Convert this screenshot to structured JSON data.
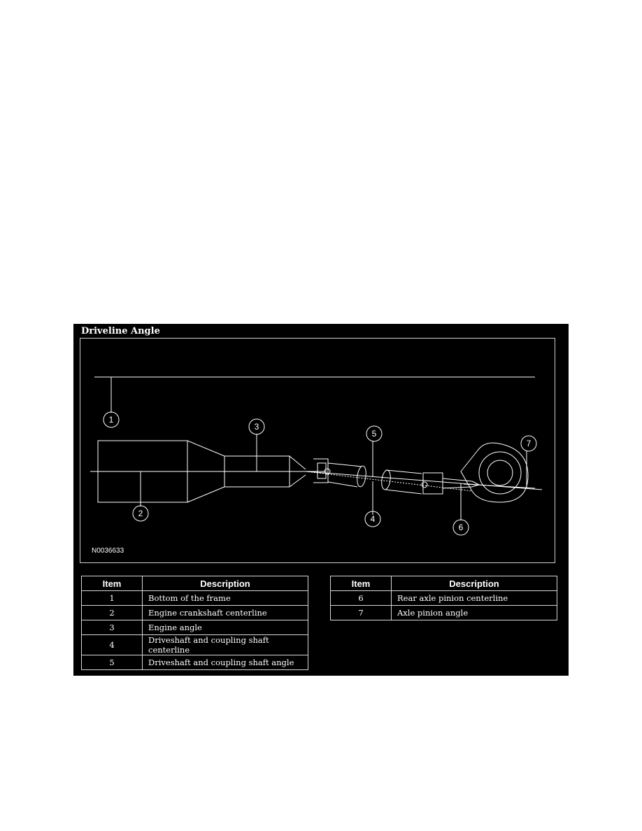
{
  "figure": {
    "title": "Driveline Angle",
    "code": "N0036633",
    "callouts": [
      "1",
      "2",
      "3",
      "4",
      "5",
      "6",
      "7"
    ]
  },
  "tables": {
    "headers": {
      "item": "Item",
      "description": "Description"
    },
    "left": [
      {
        "item": "1",
        "description": "Bottom of the frame"
      },
      {
        "item": "2",
        "description": "Engine crankshaft centerline"
      },
      {
        "item": "3",
        "description": "Engine angle"
      },
      {
        "item": "4",
        "description": "Driveshaft and coupling shaft centerline"
      },
      {
        "item": "5",
        "description": "Driveshaft and coupling shaft angle"
      }
    ],
    "right": [
      {
        "item": "6",
        "description": "Rear axle pinion centerline"
      },
      {
        "item": "7",
        "description": "Axle pinion angle"
      }
    ]
  },
  "colors": {
    "background": "#000000",
    "lines": "#ffffff",
    "page": "#ffffff"
  }
}
